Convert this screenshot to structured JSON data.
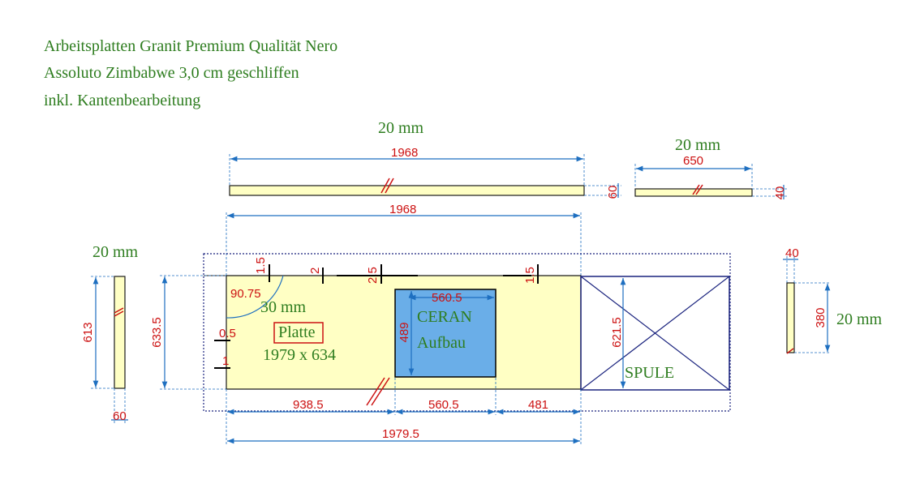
{
  "header": {
    "line1": "Arbeitsplatten Granit Premium Qualität Nero",
    "line2": "Assoluto Zimbabwe 3,0 cm geschliffen",
    "line3": "inkl. Kantenbearbeitung"
  },
  "thickness_labels": {
    "backsplash_top": "20 mm",
    "side_top": "20 mm",
    "left_strip": "20 mm",
    "right_strip": "20 mm",
    "main": "30 mm"
  },
  "backsplash": {
    "length": "1968",
    "height": "60"
  },
  "side_piece": {
    "length": "650",
    "height": "40"
  },
  "main_plate": {
    "top_length": "1968",
    "depth": "633.5",
    "label": "Platte",
    "size": "1979 x 634",
    "radius": "90.75",
    "small_dims": [
      "1.5",
      "2",
      "2.5",
      "1.5",
      "0.5",
      "1"
    ]
  },
  "cutout": {
    "width": "560.5",
    "height": "489",
    "name1": "CERAN",
    "name2": "Aufbau"
  },
  "bottom_dims": {
    "left": "938.5",
    "cutout": "560.5",
    "right": "481",
    "total": "1979.5"
  },
  "sink_area": {
    "depth": "621.5",
    "label": "SPULE"
  },
  "left_strip": {
    "length": "613",
    "width": "60"
  },
  "right_strip": {
    "width": "40",
    "length": "380"
  },
  "colors": {
    "slab": "#ffffc4",
    "cutout": "#6aaee8",
    "dimension_text": "#cc1111",
    "dimension_line": "#1e6fc0",
    "label_text": "#2e7d1f",
    "sink_box": "#1a237e"
  }
}
